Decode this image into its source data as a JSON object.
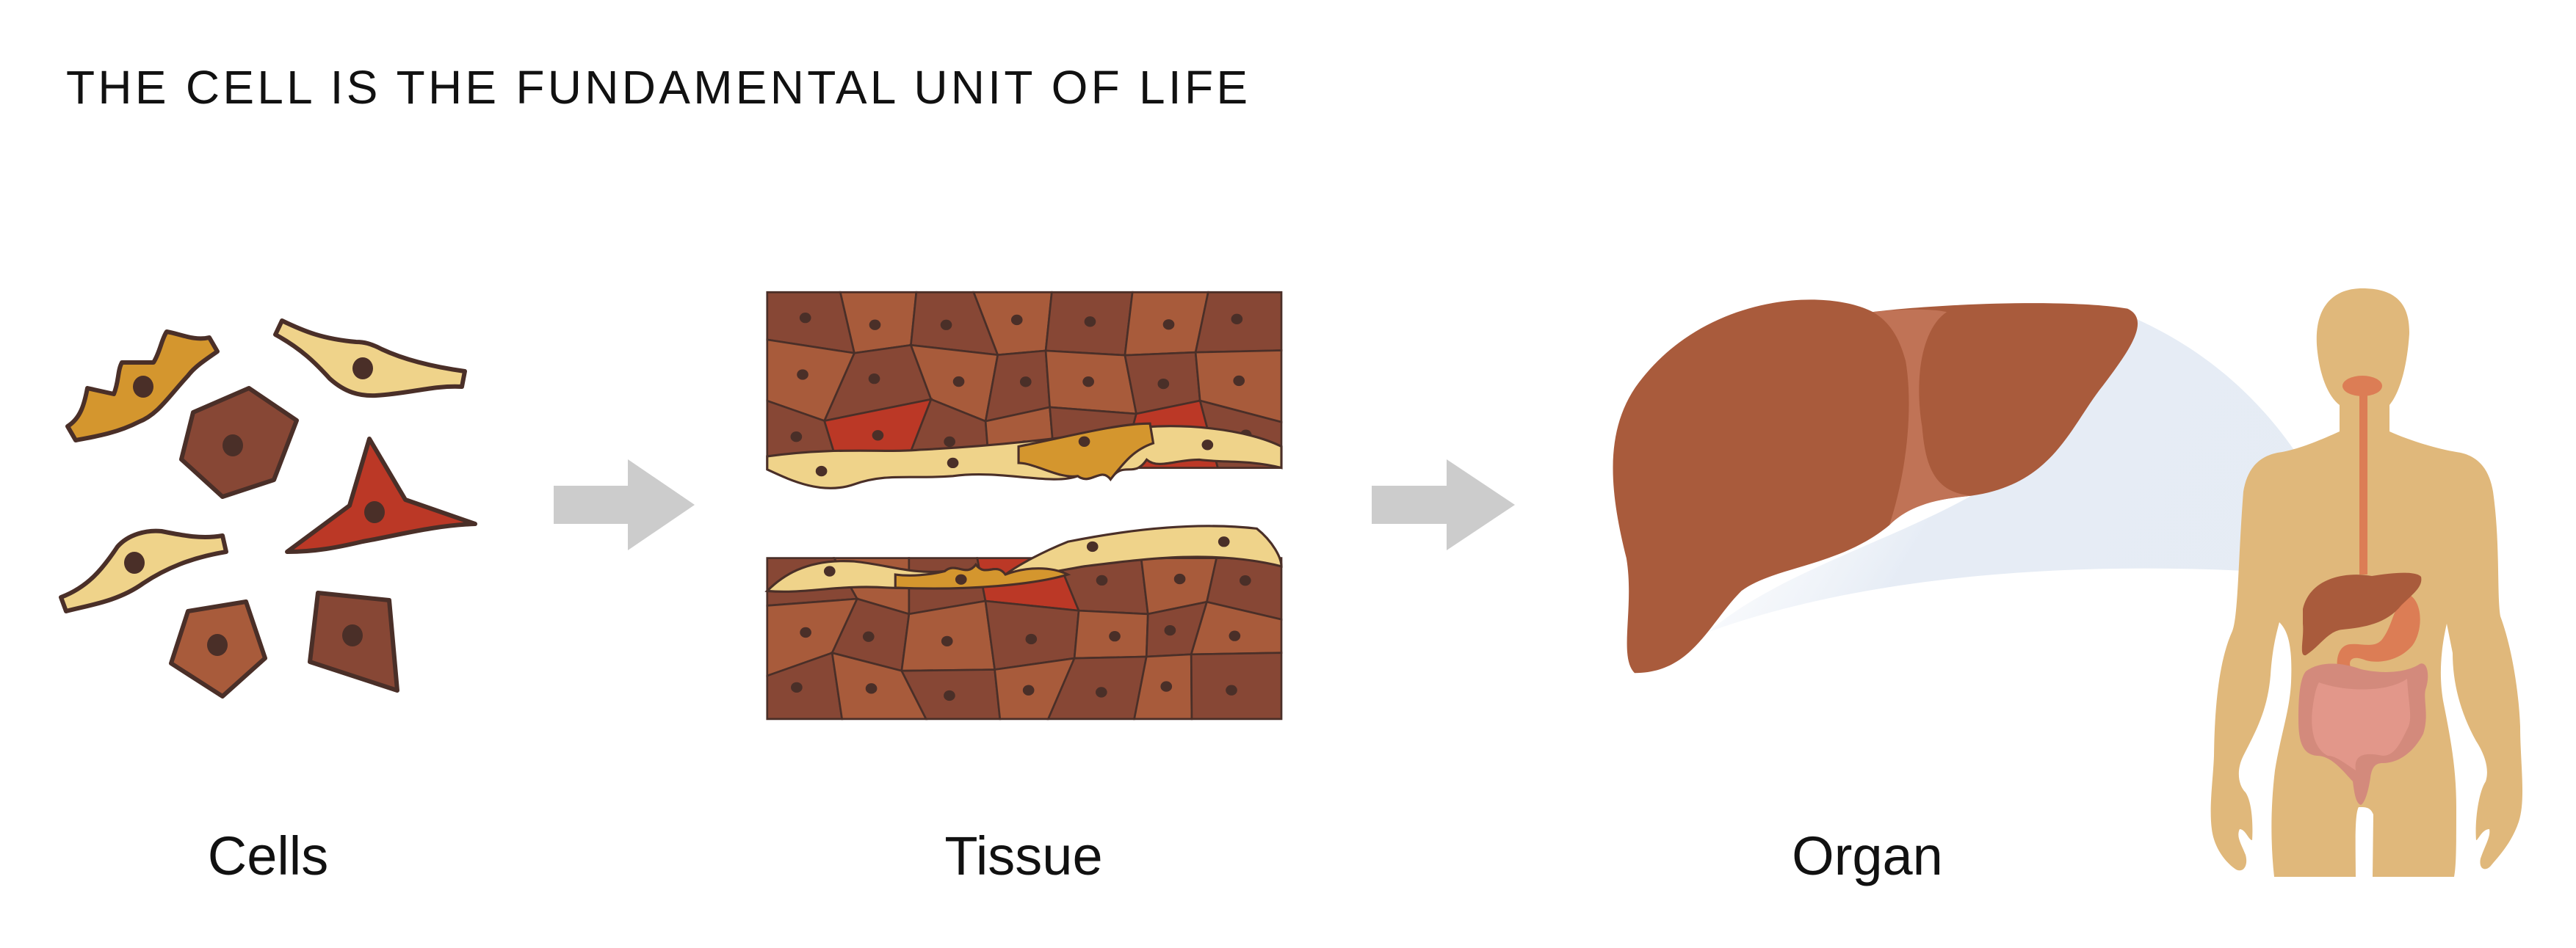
{
  "title": "THE CELL IS THE FUNDAMENTAL UNIT OF LIFE",
  "labels": {
    "cells": "Cells",
    "tissue": "Tissue",
    "organ": "Organ"
  },
  "colors": {
    "dark_brown": "#874735",
    "mid_brown": "#a85b3b",
    "red": "#bb3826",
    "orange": "#d4962e",
    "pale_yellow": "#efd38a",
    "nucleus": "#4a2f28",
    "liver": "#a95b3c",
    "skin": "#e0b87b",
    "stomach": "#dc7d55",
    "intestine": "#e2978a",
    "arrow": "#cccccc",
    "beam": "#e6edf6"
  }
}
